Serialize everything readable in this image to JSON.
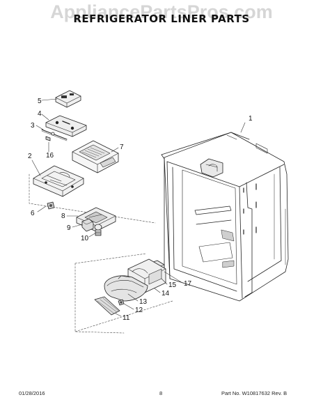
{
  "watermark": "AppliancePartsPros.com",
  "title": "REFRIGERATOR LINER PARTS",
  "callouts": [
    "1",
    "2",
    "3",
    "4",
    "5",
    "6",
    "7",
    "8",
    "9",
    "10",
    "11",
    "12",
    "13",
    "14",
    "15",
    "16",
    "17"
  ],
  "footer": {
    "date": "01/28/2016",
    "page": "8",
    "part": "Part No. W10817632  Rev. B"
  }
}
